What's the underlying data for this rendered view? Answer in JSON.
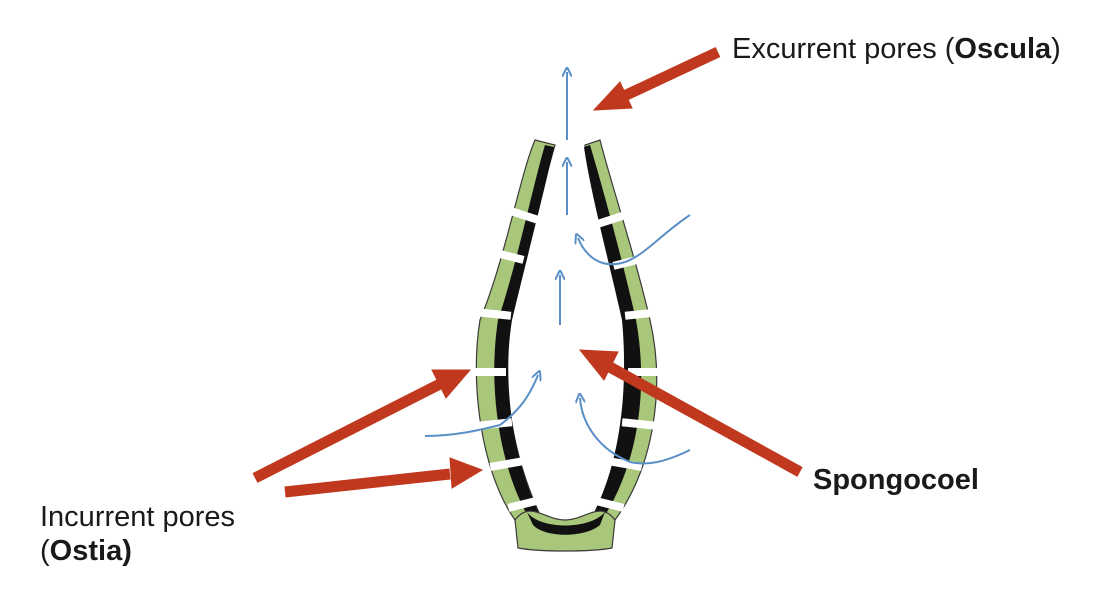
{
  "labels": {
    "excurrent": {
      "text": "Excurrent pores (",
      "bold": "Oscula",
      "suffix": ")"
    },
    "spongocoel": {
      "text": "Spongocoel"
    },
    "incurrent": {
      "line1": "Incurrent pores",
      "line2_prefix": "(",
      "line2_bold": "Ostia)"
    }
  },
  "colors": {
    "pointer_arrow": "#c0391f",
    "water_flow": "#5b8fc7",
    "tissue_outer": "#a9c77a",
    "tissue_inner": "#111111",
    "pore": "#ffffff"
  },
  "icons": [
    "water-flow-arrow",
    "pointer-arrow"
  ]
}
